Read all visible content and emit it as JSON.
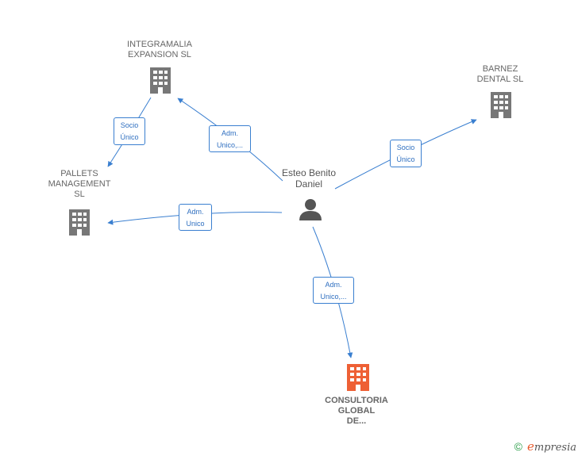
{
  "person": {
    "lines": [
      "Esteo Benito",
      "Daniel"
    ]
  },
  "companies": {
    "integramalia": {
      "lines": [
        "INTEGRAMALIA",
        "EXPANSION  SL"
      ],
      "color": "#777777"
    },
    "barnez": {
      "lines": [
        "BARNEZ",
        "DENTAL  SL"
      ],
      "color": "#777777"
    },
    "pallets": {
      "lines": [
        "PALLETS",
        "MANAGEMENT",
        "SL"
      ],
      "color": "#777777"
    },
    "consultoria": {
      "lines": [
        "CONSULTORIA",
        "GLOBAL",
        "DE..."
      ],
      "color": "#ee6035"
    }
  },
  "edges": {
    "to_integramalia": {
      "lines": [
        "Adm.",
        "Unico,..."
      ]
    },
    "to_barnez": {
      "lines": [
        "Socio",
        "Único"
      ]
    },
    "to_pallets": {
      "lines": [
        "Adm.",
        "Unico"
      ]
    },
    "to_consultoria": {
      "lines": [
        "Adm.",
        "Unico,..."
      ]
    },
    "integramalia_to_pallets": {
      "lines": [
        "Socio",
        "Único"
      ]
    }
  },
  "colors": {
    "edge": "#3a7fd0",
    "edge_text": "#2f6fc0",
    "building": "#777777",
    "highlight": "#ee6035",
    "person": "#555555"
  },
  "footer": {
    "copyright": "©",
    "brand_initial": "e",
    "brand_rest": "mpresia"
  }
}
